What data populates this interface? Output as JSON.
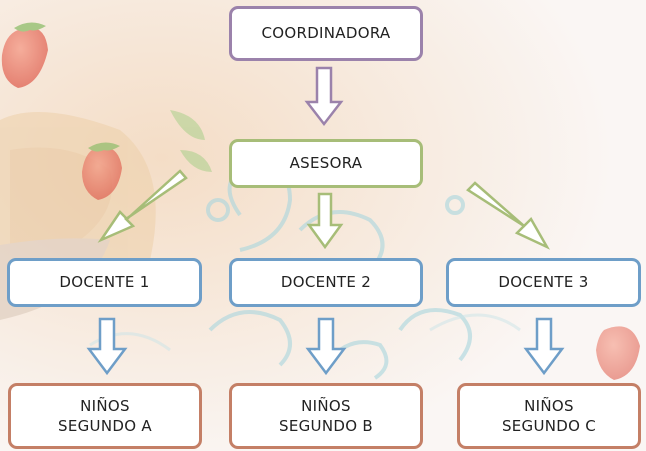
{
  "diagram": {
    "coordinator": "COORDINADORA",
    "advisor": "ASESORA",
    "teachers": [
      "DOCENTE 1",
      "DOCENTE 2",
      "DOCENTE 3"
    ],
    "groups": [
      {
        "line1": "NIÑOS",
        "line2": "SEGUNDO A"
      },
      {
        "line1": "NIÑOS",
        "line2": "SEGUNDO B"
      },
      {
        "line1": "NIÑOS",
        "line2": "SEGUNDO C"
      }
    ]
  },
  "colors": {
    "coordinator_border": "#9b82ab",
    "advisor_border": "#a7bd78",
    "teacher_border": "#6e9ec8",
    "group_border": "#c47f66",
    "purple_arrow": "#9b82ab",
    "green_arrow": "#a7bd78",
    "blue_arrow": "#6e9ec8"
  },
  "background": {
    "decoration": [
      "strawberry",
      "cupcake",
      "swirl"
    ]
  }
}
